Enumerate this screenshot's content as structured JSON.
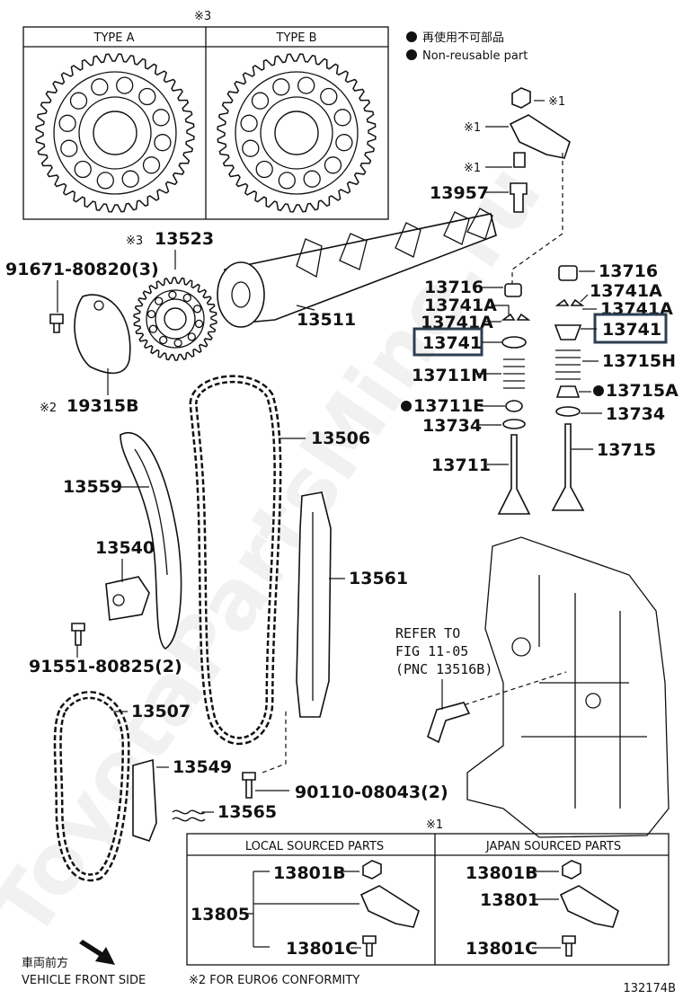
{
  "watermark": "ToyotaPartsMine.ru",
  "type_table": {
    "note_mark": "※3",
    "type_a": "TYPE A",
    "type_b": "TYPE B"
  },
  "legend": {
    "jp": "再使用不可部品",
    "en": "Non-reusable part"
  },
  "labels": {
    "p13523": "13523",
    "p13523_mark": "※3",
    "p91671": "91671-80820(3)",
    "p19315b": "19315B",
    "p19315b_mark": "※2",
    "p13511": "13511",
    "p13957": "13957",
    "mark1_a": "※1",
    "mark1_b": "※1",
    "mark1_c": "※1",
    "l13716": "13716",
    "l13741a_1": "13741A",
    "l13741a_2": "13741A",
    "l13741": "13741",
    "l13711m": "13711M",
    "l13711e": "13711E",
    "l13734": "13734",
    "l13711": "13711",
    "r13716": "13716",
    "r13741a_1": "13741A",
    "r13741a_2": "13741A",
    "r13741": "13741",
    "r13715h": "13715H",
    "r13715a": "13715A",
    "r13734": "13734",
    "r13715": "13715",
    "p13506": "13506",
    "p13559": "13559",
    "p13540": "13540",
    "p13561": "13561",
    "p91551": "91551-80825(2)",
    "p13507": "13507",
    "p13549": "13549",
    "p13565": "13565",
    "p90110": "90110-08043(2)"
  },
  "refer": {
    "line1": "REFER TO",
    "line2": "FIG 11-05",
    "line3": "(PNC 13516B)"
  },
  "sourced_table": {
    "mark": "※1",
    "local_header": "LOCAL SOURCED PARTS",
    "japan_header": "JAPAN SOURCED PARTS",
    "local_13801b": "13801B",
    "local_13805": "13805",
    "local_13801c": "13801C",
    "japan_13801b": "13801B",
    "japan_13801": "13801",
    "japan_13801c": "13801C"
  },
  "footer": {
    "front_jp": "車両前方",
    "front_en": "VEHICLE FRONT SIDE",
    "note2": "※2 FOR EURO6 CONFORMITY",
    "fig_code": "132174B"
  },
  "colors": {
    "highlight": "#2c3e50",
    "line": "#111111"
  }
}
